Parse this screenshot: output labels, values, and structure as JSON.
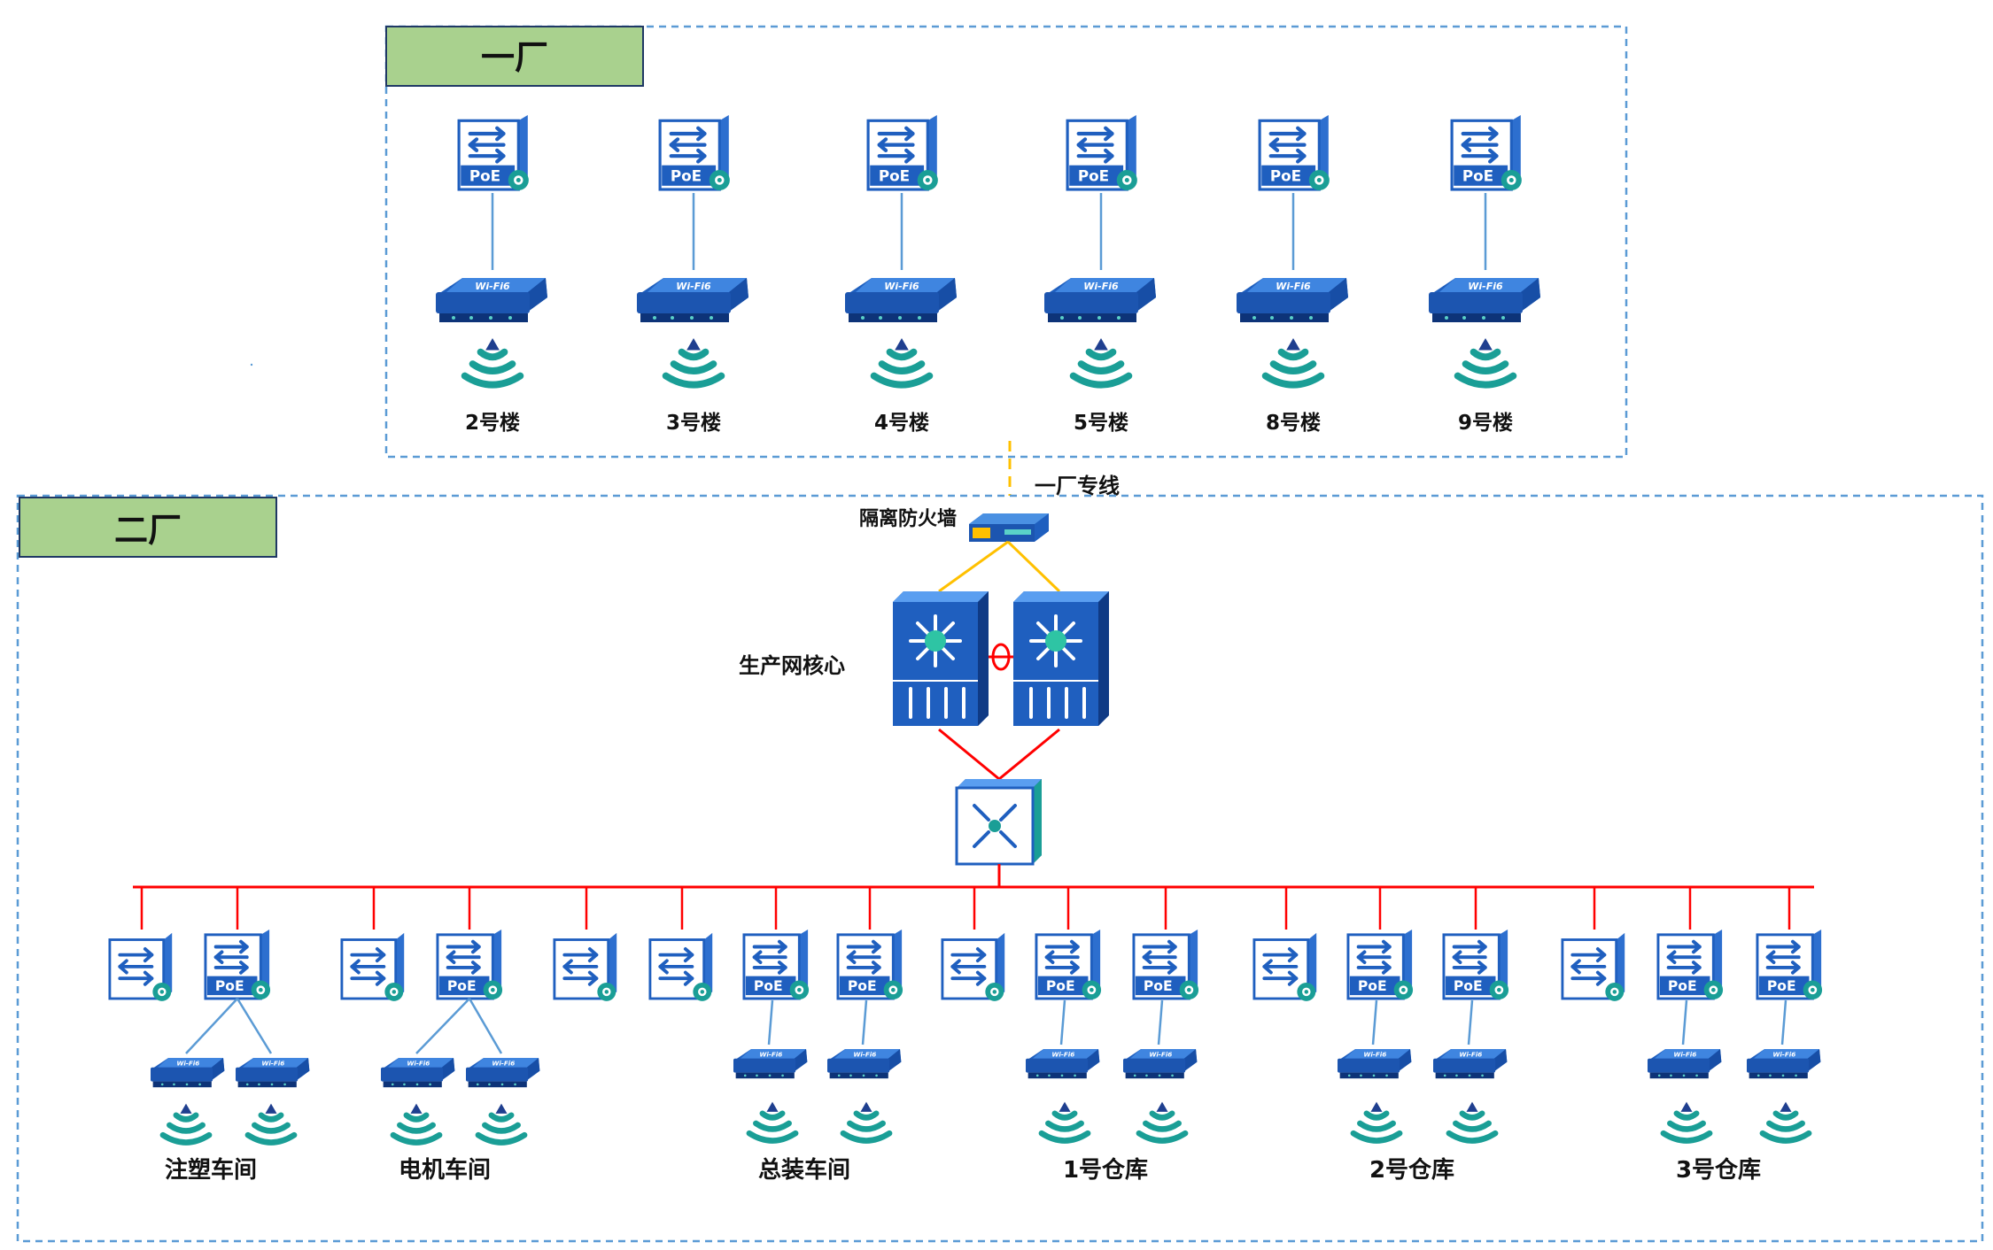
{
  "factory1": {
    "title": "一厂",
    "buildings": [
      {
        "label": "2号楼"
      },
      {
        "label": "3号楼"
      },
      {
        "label": "4号楼"
      },
      {
        "label": "5号楼"
      },
      {
        "label": "8号楼"
      },
      {
        "label": "9号楼"
      }
    ]
  },
  "factory2": {
    "title": "二厂",
    "workshops": [
      {
        "label": "注塑车间"
      },
      {
        "label": "电机车间"
      },
      {
        "label": "总装车间"
      },
      {
        "label": "1号仓库"
      },
      {
        "label": "2号仓库"
      },
      {
        "label": "3号仓库"
      }
    ]
  },
  "link_label": "一厂专线",
  "firewall_label": "隔离防火墙",
  "core_label": "生产网核心",
  "icons": {
    "poe_text": "PoE",
    "ap_text": "Wi-Fi6"
  },
  "colors": {
    "header_fill": "#a9d18e",
    "dash_border": "#5b9bd5",
    "red_link": "#ff0000",
    "yellow_link": "#ffc000",
    "device_blue": "#1f5fbf",
    "wifi_teal": "#1a9e96"
  }
}
